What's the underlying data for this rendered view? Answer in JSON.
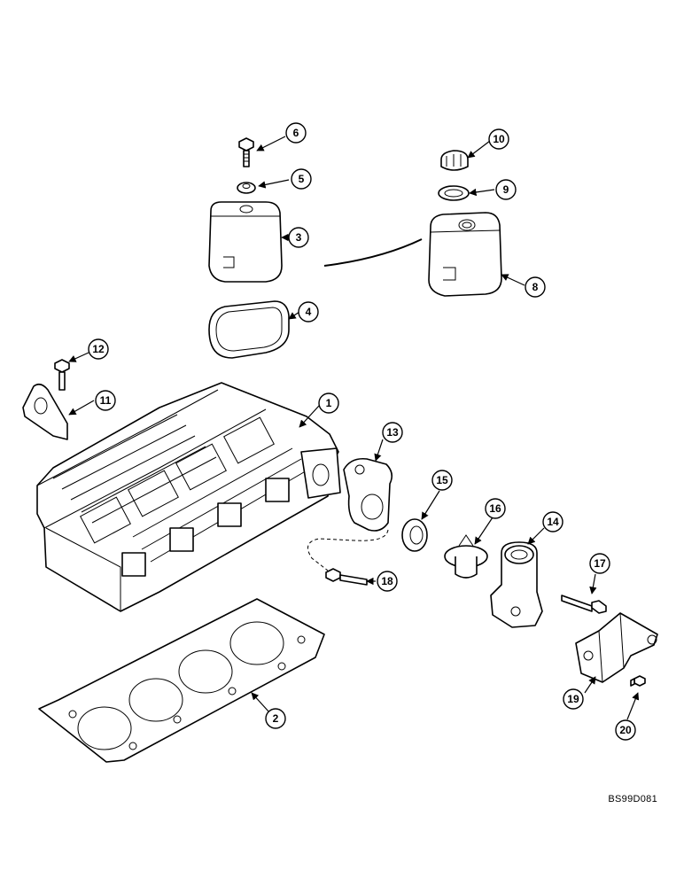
{
  "diagram": {
    "reference_code": "BS99D081",
    "callouts": [
      "1",
      "2",
      "3",
      "4",
      "5",
      "6",
      "8",
      "9",
      "10",
      "11",
      "12",
      "13",
      "14",
      "15",
      "16",
      "17",
      "18",
      "19",
      "20"
    ]
  }
}
